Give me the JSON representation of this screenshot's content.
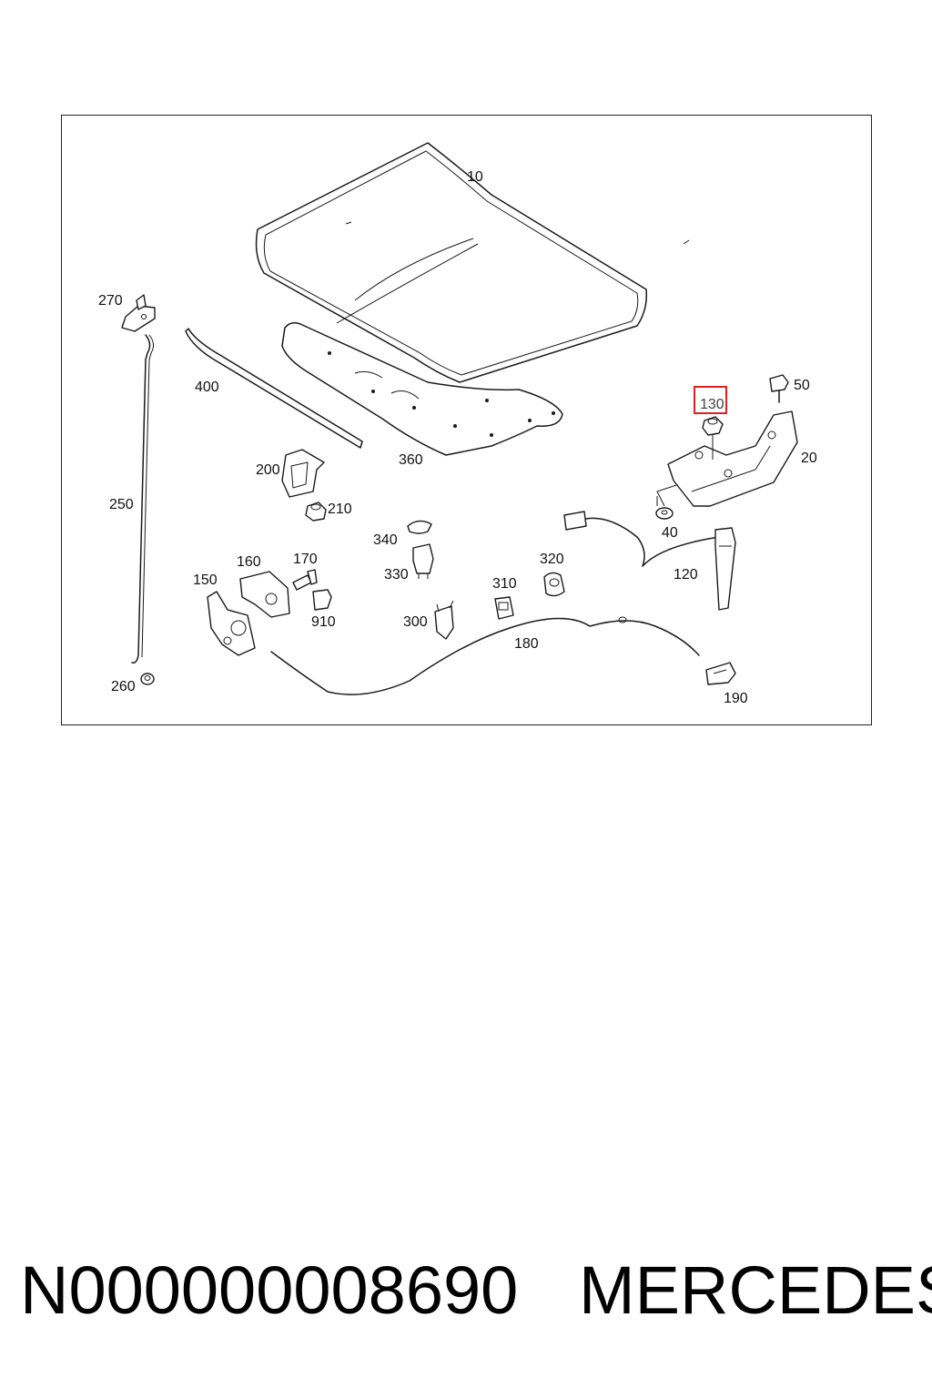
{
  "diagram": {
    "labels": {
      "p10": "10",
      "p20": "20",
      "p40": "40",
      "p50": "50",
      "p120": "120",
      "p130": "130",
      "p150": "150",
      "p160": "160",
      "p170": "170",
      "p180": "180",
      "p190": "190",
      "p200": "200",
      "p210": "210",
      "p250": "250",
      "p260": "260",
      "p270": "270",
      "p300": "300",
      "p310": "310",
      "p320": "320",
      "p330": "330",
      "p340": "340",
      "p360": "360",
      "p400": "400",
      "p910": "910"
    },
    "highlighted_part": "130",
    "highlight_color": "#e02020"
  },
  "footer": {
    "part_number": "N000000008690",
    "brand": "MERCEDES"
  }
}
